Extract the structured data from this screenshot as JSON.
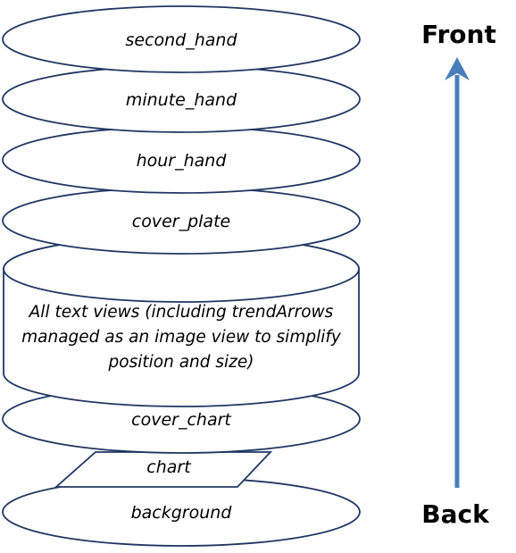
{
  "layers": {
    "second_hand": "second_hand",
    "minute_hand": "minute_hand",
    "hour_hand": "hour_hand",
    "cover_plate": "cover_plate",
    "text_views": {
      "line1": "All text views (including trendArrows",
      "line2": "managed as an image view to simplify",
      "line3": "position and size)"
    },
    "cover_chart": "cover_chart",
    "chart": "chart",
    "background": "background"
  },
  "axis": {
    "front_label": "Front",
    "back_label": "Back"
  },
  "colors": {
    "outline": "#1f3763",
    "arrow": "#4a7ebb",
    "fill": "#ffffff"
  }
}
